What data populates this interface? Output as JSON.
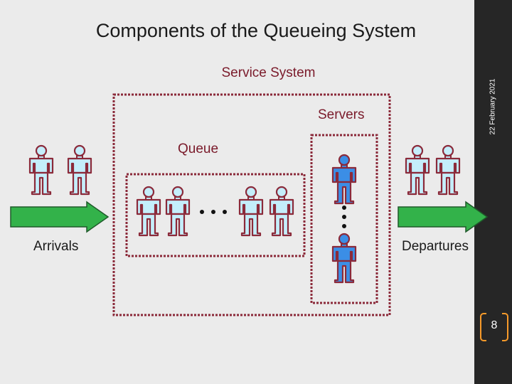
{
  "title": "Components of the Queueing System",
  "date": "22 February 2021",
  "page_number": "8",
  "labels": {
    "service_system": "Service System",
    "servers": "Servers",
    "queue": "Queue",
    "arrivals": "Arrivals",
    "departures": "Departures"
  },
  "colors": {
    "customer_fill": "#c4eefb",
    "server_fill": "#3b8ee6",
    "figure_outline": "#8b2a3a",
    "box_border": "#8b2a3a",
    "arrow_fill": "#33b24a",
    "arrow_outline": "#1f5a2a",
    "sidebar": "#262626",
    "page_badge": "#f79a2a"
  }
}
